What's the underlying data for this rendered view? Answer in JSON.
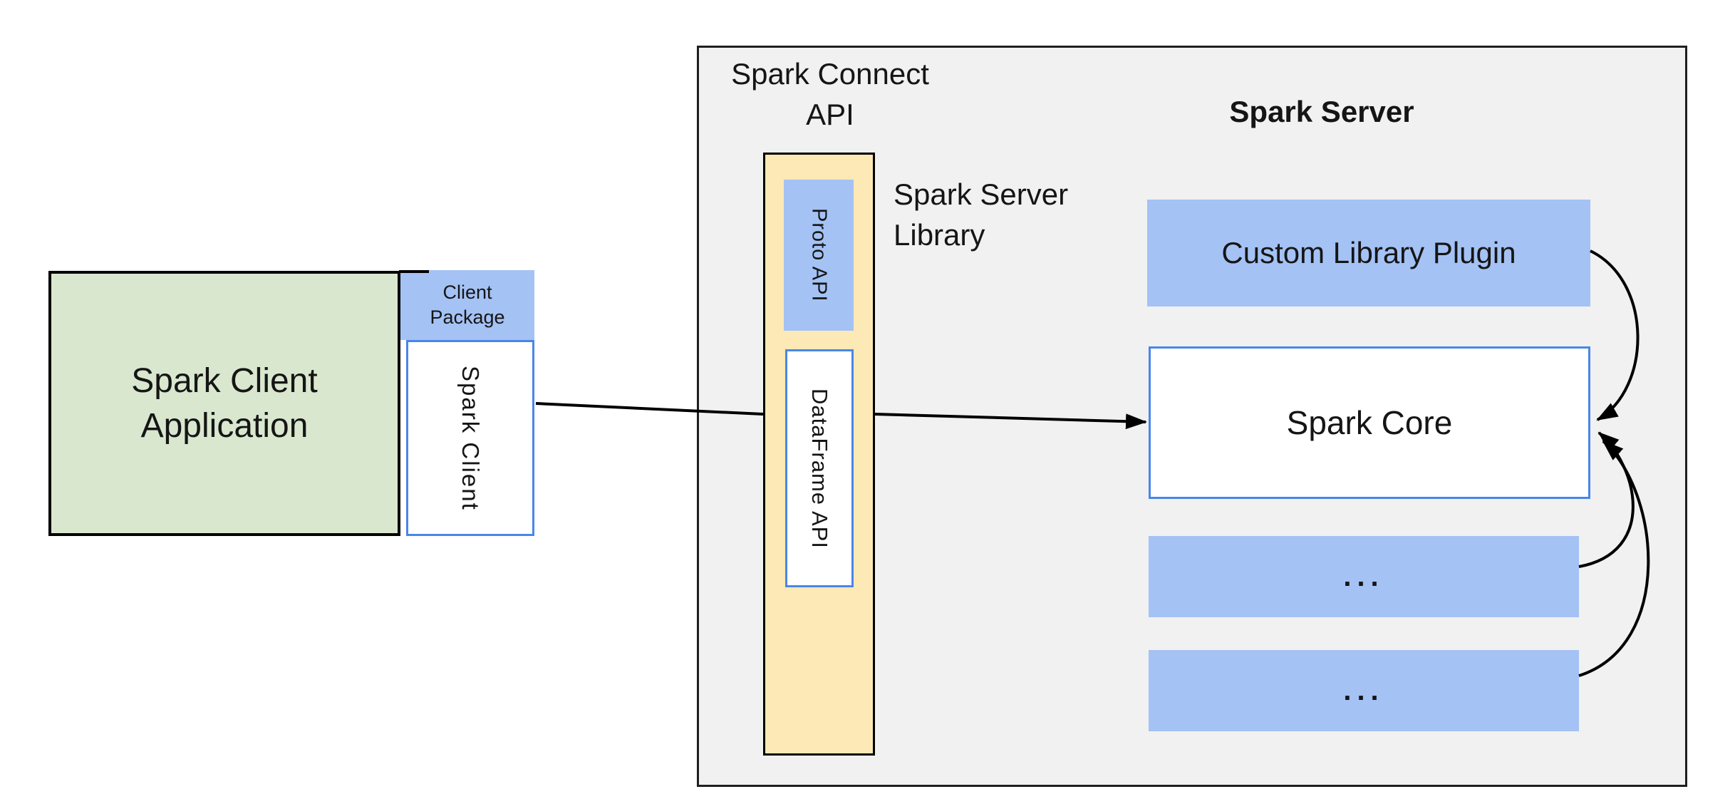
{
  "theme": {
    "page_bg": "#ffffff",
    "panel_fill": "#f1f1f2",
    "panel_border": "#1f1f1f",
    "green_fill": "#d9e7cf",
    "green_border": "#000000",
    "blue_fill": "#a4c2f4",
    "yellow_fill": "#fce9b5",
    "yellow_border": "#000000",
    "white_fill": "#ffffff",
    "blue_border": "#4a86e8",
    "line_color": "#000000",
    "text_color": "#151515"
  },
  "client_group": {
    "app_lines": [
      "Spark Client",
      "Application"
    ],
    "package_lines": [
      "Client",
      "Package"
    ],
    "client_label": "Spark Client"
  },
  "server_group": {
    "connect_api_lines": [
      "Spark Connect",
      "API"
    ],
    "server_title": "Spark Server",
    "library_lines": [
      "Spark Server",
      "Library"
    ],
    "proto_label": "Proto API",
    "dataframe_label": "DataFrame API",
    "plugin_label": "Custom Library Plugin",
    "core_label": "Spark Core",
    "ellipsis_1": "...",
    "ellipsis_2": "..."
  }
}
